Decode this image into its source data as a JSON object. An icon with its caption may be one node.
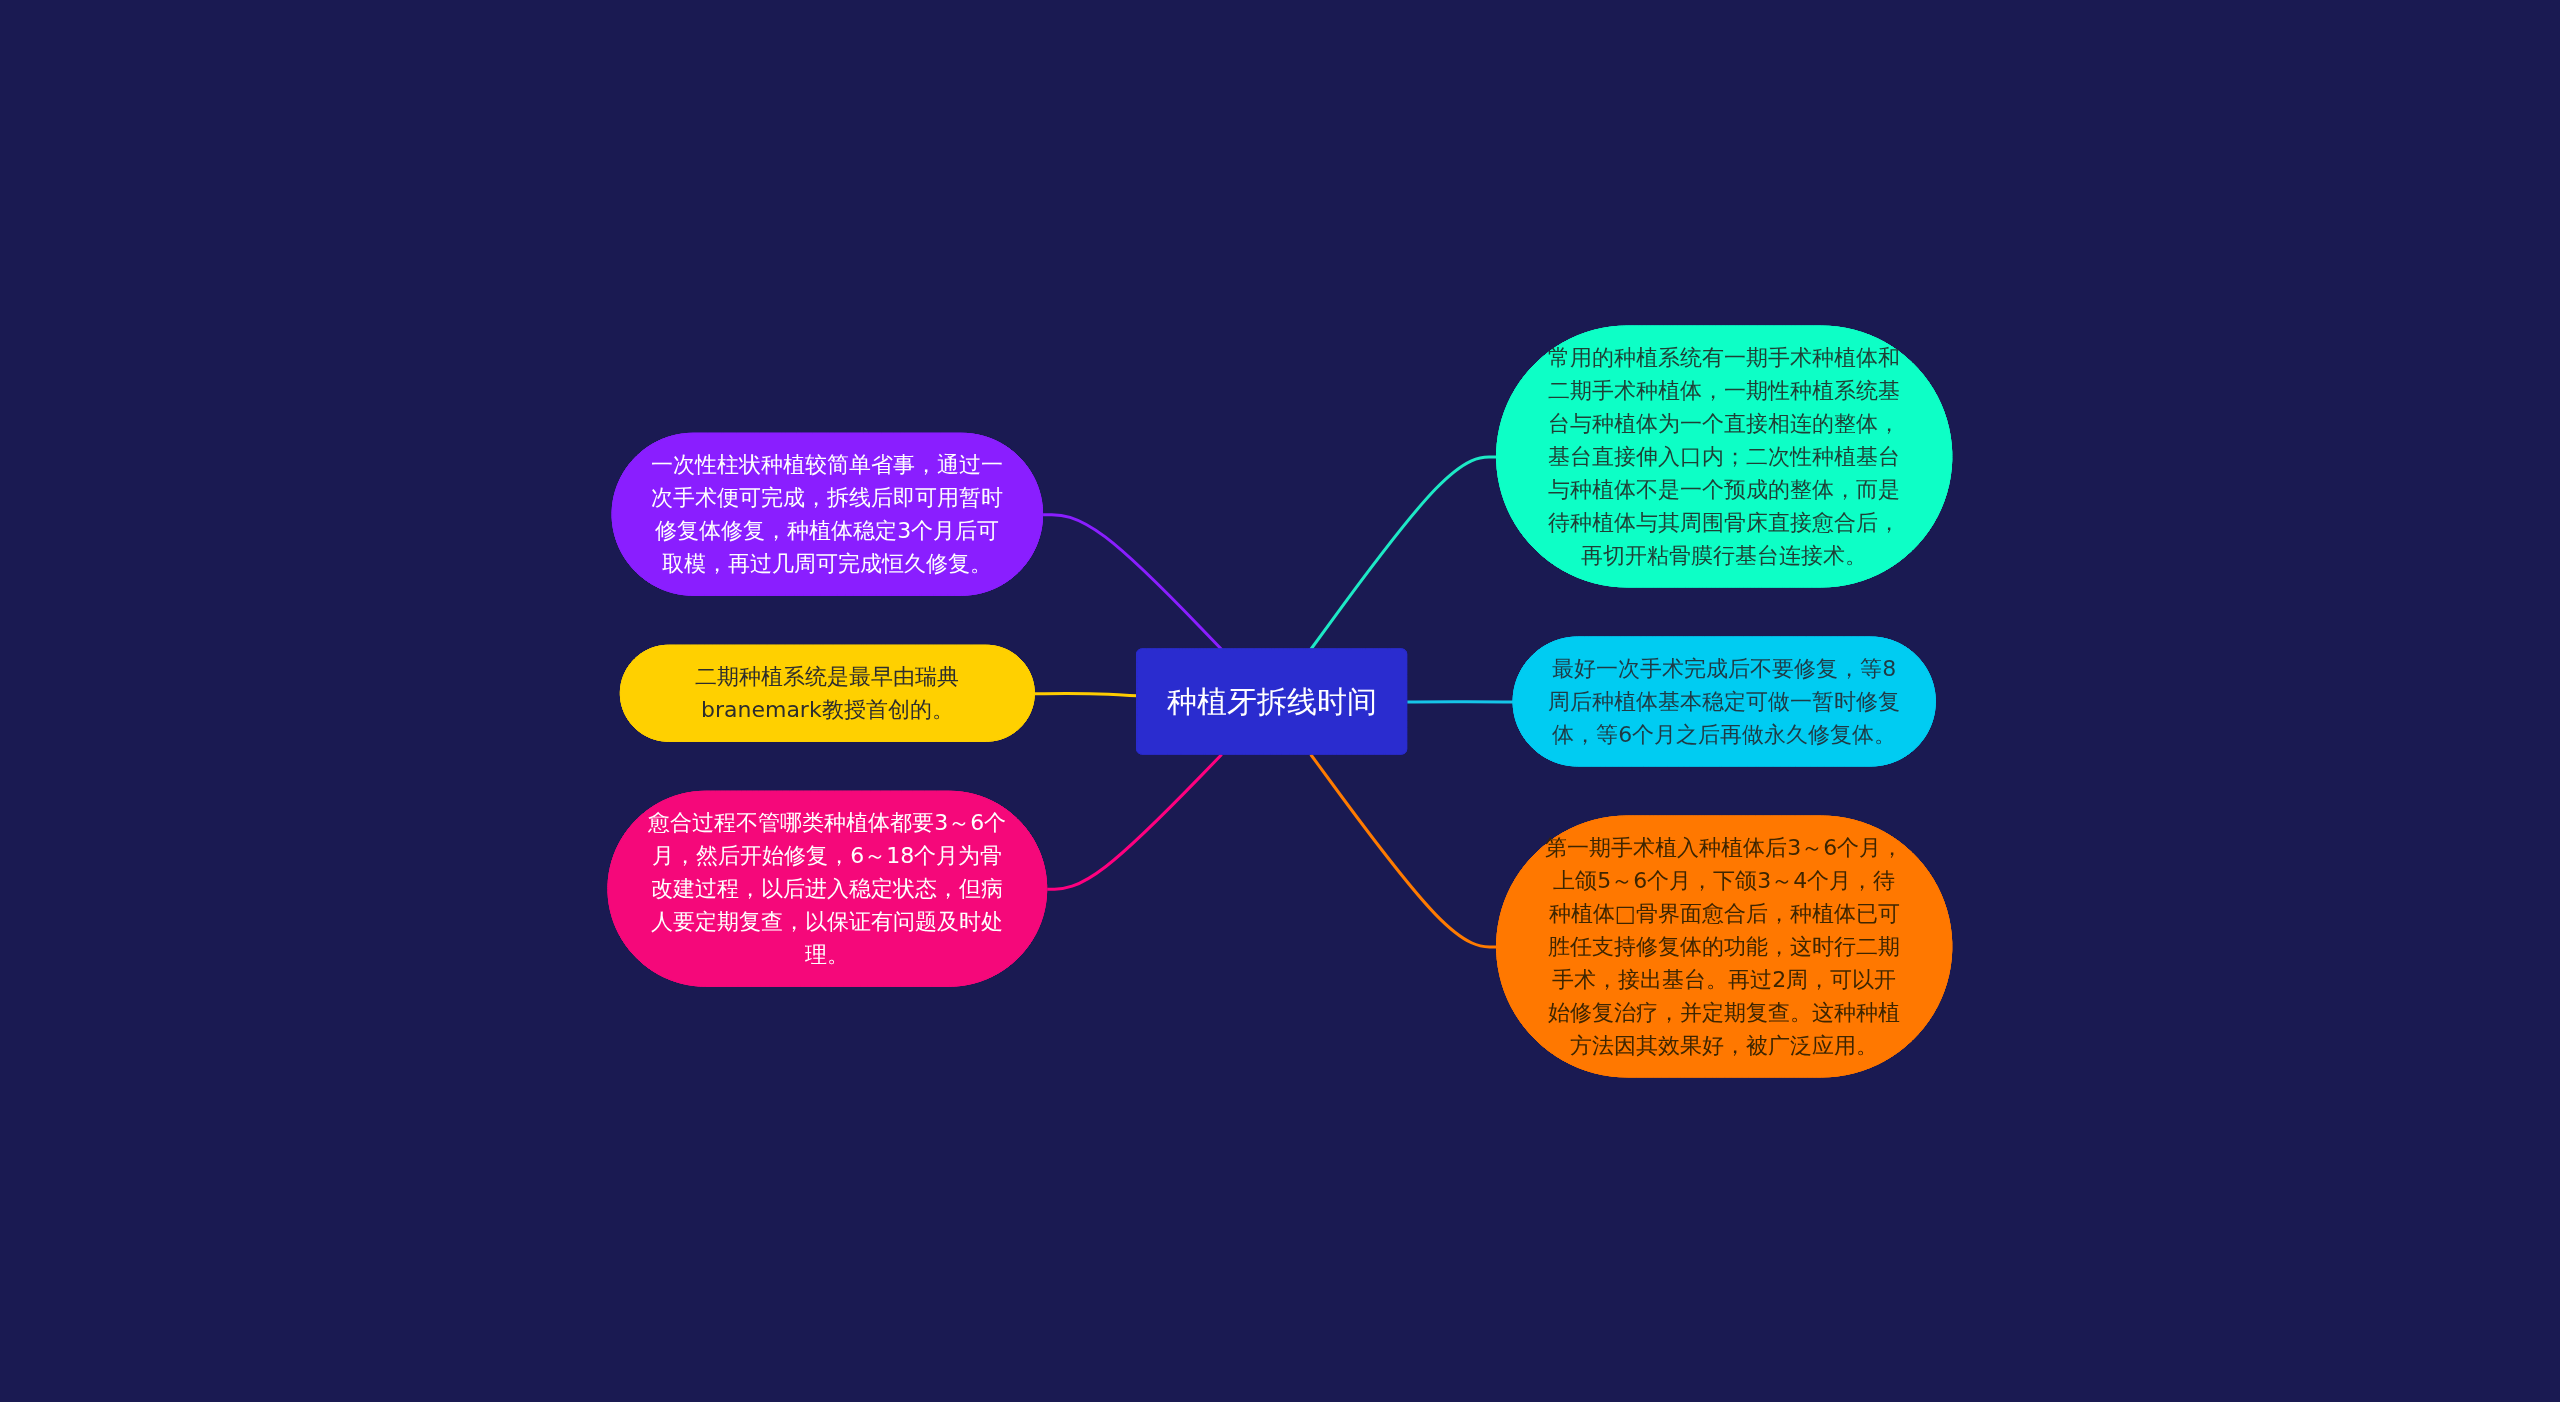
{
  "diagram": {
    "nodes": [
      {
        "text": [
          "种植牙拆线时间"
        ]
      },
      {
        "text": [
          "常用的种植系统有一期手术种植体和二期手术种植体，一期性种植系统基台与种植体为一个直接相连的整体，基台直接伸入口内；二次性种植基台与种植体不是一个预成的整体，而是待种植体与其周围骨床直接愈合后，再切开粘骨膜行基台连接术。"
        ]
      },
      {
        "text": [
          "最好一次手术完成后不要修复，等8周后种植体基本稳定可做一暂时修复体，等6个月之后再做永久修复体。"
        ]
      },
      {
        "text": [
          "第一期手术植入种植体后3～6个月，上颌5～6个月，下颌3～4个月，待种植体□骨界面愈合后，种植体已可胜任支持修复体的功能，这时行二期手术，接出基台。再过2周，可以开始修复治疗，并定期复查。这种种植方法因其效果好，被广泛应用。"
        ]
      },
      {
        "text": [
          "一次性柱状种植较简单省事，通过一次手术便可完成，拆线后即可用暂时修复体修复，种植体稳定3个月后可取模，再过几周可完成恒久修复。"
        ]
      },
      {
        "text": [
          "二期种植系统是最早由瑞典branemark教授首创的。"
        ]
      },
      {
        "text": [
          "愈合过程不管哪类种植体都要3～6个月，然后开始修复，6～18个月为骨改建过程，以后进入稳定状态，但病人要定期复查，以保证有问题及时处理。"
        ]
      }
    ],
    "edges": [
      {
        "from": 0,
        "to": 1,
        "arrow": "none",
        "color": "#1de9c6"
      },
      {
        "from": 0,
        "to": 2,
        "arrow": "none",
        "color": "#16c5e8"
      },
      {
        "from": 0,
        "to": 3,
        "arrow": "none",
        "color": "#ff7b00"
      },
      {
        "from": 4,
        "to": 0,
        "arrow": "none",
        "color": "#8a1eff"
      },
      {
        "from": 5,
        "to": 0,
        "arrow": "none",
        "color": "#ffcc00"
      },
      {
        "from": 6,
        "to": 0,
        "arrow": "none",
        "color": "#ff007f"
      }
    ]
  }
}
